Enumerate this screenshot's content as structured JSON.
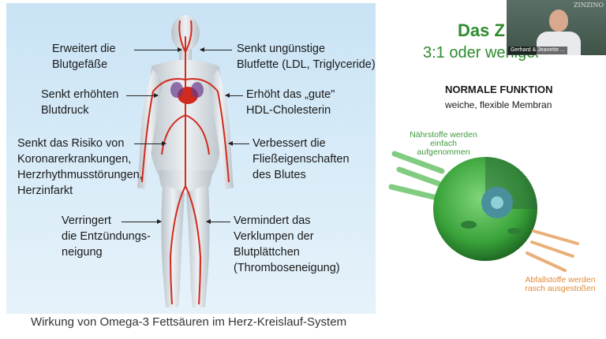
{
  "left_slide": {
    "annotations": {
      "vessels": "Erweitert die\nBlutgefäße",
      "blood_pressure": "Senkt erhöhten\nBlutdruck",
      "risk": "Senkt das Risiko von\nKoronarerkrankungen,\nHerzrhythmusstörungen,\nHerzinfarkt",
      "inflammation": "Verringert\ndie Entzündungs-\nneigung",
      "blood_fats": "Senkt ungünstige\nBlutfette (LDL, Triglyceride)",
      "hdl": "Erhöht das „gute\"\nHDL-Cholesterin",
      "flow": "Verbessert die\nFließeigenschaften\ndes Blutes",
      "platelets": "Vermindert das\nVerklumpen der\nBlutplättchen\n(Thromboseneigung)"
    },
    "caption": "Wirkung von Omega-3 Fettsäuren im Herz-Kreislauf-System"
  },
  "right_slide": {
    "title": "Das Z",
    "subtitle": "3:1 oder weniger",
    "function_heading": "NORMALE FUNKTION",
    "function_subheading": "weiche, flexible Membran",
    "label_nutrients": "Nährstoffe werden\neinfach\naufgenommen",
    "label_waste": "Abfallstoffe werden\nrasch ausgestoßen"
  },
  "video": {
    "brand": "ZINZINO",
    "participant_name": "Gerhard & Jeanette ..."
  },
  "colors": {
    "slide_green": "#2e8b2e",
    "cell_green": "#3f9b3f",
    "waste_orange": "#e08a3a",
    "artery_red": "#d12a1e"
  }
}
